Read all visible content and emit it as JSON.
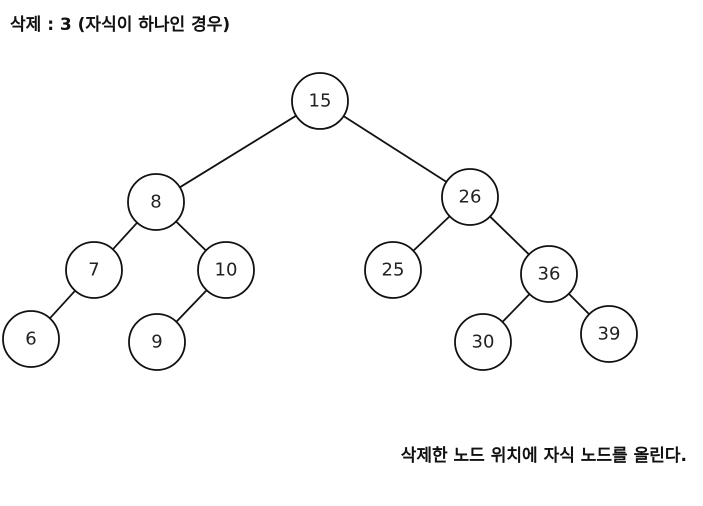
{
  "title": "삭제 : 3 (자식이 하나인 경우)",
  "caption": "삭제한 노드 위치에 자식 노드를 올린다.",
  "colors": {
    "node_stroke": "#111111",
    "highlight_stroke": "#d11f1f",
    "text": "#222222"
  },
  "tree": {
    "nodes": [
      {
        "id": "n15",
        "label": "15"
      },
      {
        "id": "n8",
        "label": "8",
        "highlight": true
      },
      {
        "id": "n26",
        "label": "26"
      },
      {
        "id": "n7",
        "label": "7"
      },
      {
        "id": "n10",
        "label": "10"
      },
      {
        "id": "n25",
        "label": "25"
      },
      {
        "id": "n36",
        "label": "36"
      },
      {
        "id": "n6",
        "label": "6"
      },
      {
        "id": "n9",
        "label": "9"
      },
      {
        "id": "n30",
        "label": "30"
      },
      {
        "id": "n39",
        "label": "39"
      }
    ],
    "edges": [
      {
        "from": "n15",
        "to": "n8"
      },
      {
        "from": "n15",
        "to": "n26"
      },
      {
        "from": "n8",
        "to": "n7"
      },
      {
        "from": "n8",
        "to": "n10"
      },
      {
        "from": "n7",
        "to": "n6"
      },
      {
        "from": "n10",
        "to": "n9"
      },
      {
        "from": "n26",
        "to": "n25"
      },
      {
        "from": "n26",
        "to": "n36"
      },
      {
        "from": "n36",
        "to": "n30"
      },
      {
        "from": "n36",
        "to": "n39"
      }
    ]
  }
}
